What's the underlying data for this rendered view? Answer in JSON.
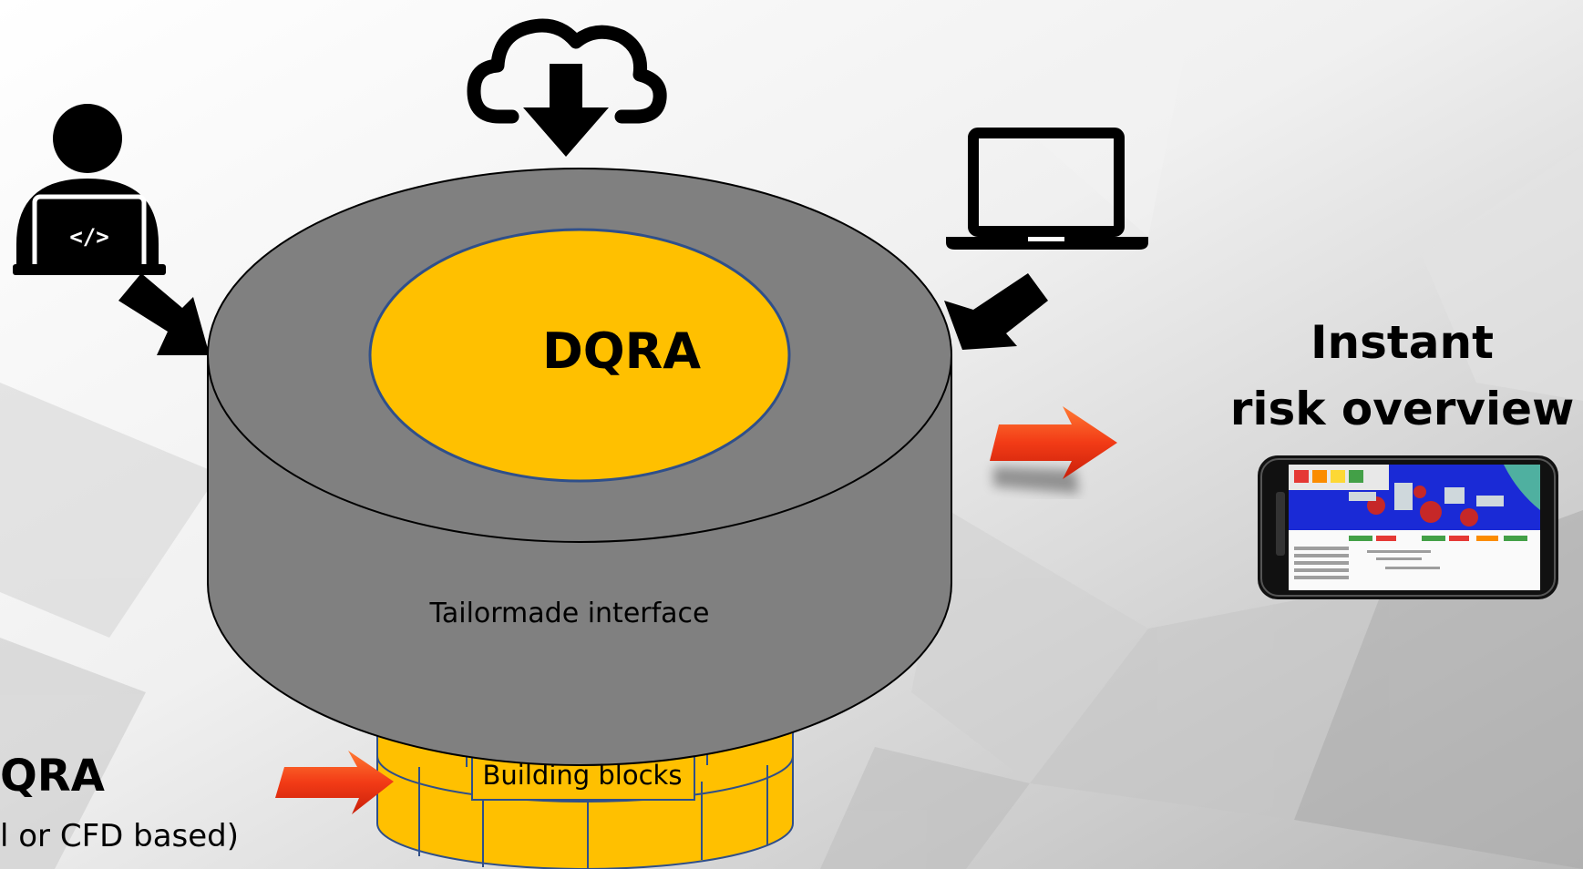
{
  "center": {
    "title": "DQRA"
  },
  "cylinder": {
    "label": "Tailormade interface"
  },
  "base": {
    "label": "Building blocks"
  },
  "output": {
    "title_line1": "Instant",
    "title_line2": "risk overview"
  },
  "left_block": {
    "title": "QRA",
    "subtitle": "l or CFD based)"
  },
  "icons": [
    "developer-laptop-icon",
    "cloud-download-icon",
    "laptop-icon",
    "phone-dashboard-icon"
  ],
  "colors": {
    "accent_yellow": "#FFC000",
    "cylinder_gray": "#808080",
    "arrow_red": "#F03A17",
    "background": "#ECECEC"
  }
}
